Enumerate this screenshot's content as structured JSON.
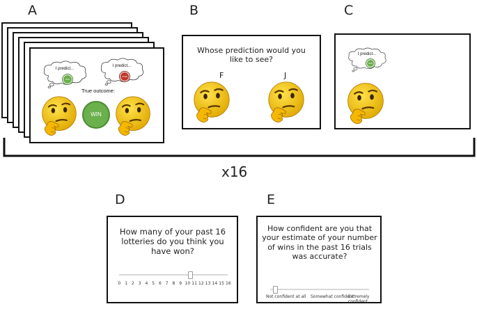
{
  "panels": {
    "A": "A",
    "B": "B",
    "C": "C",
    "D": "D",
    "E": "E"
  },
  "panel_a": {
    "bubble_left": "I predict...",
    "bubble_right": "I predict...",
    "chip_left": "WIN",
    "chip_right": "LOSE",
    "true_outcome": "True outcome:",
    "outcome_chip": "WIN",
    "colors": {
      "win": "#6ab04c",
      "lose": "#c0392b",
      "emoji": "#f2c318"
    }
  },
  "panel_b": {
    "question": "Whose prediction would you like to see?",
    "label_left": "F",
    "label_right": "J"
  },
  "panel_c": {
    "bubble": "I predict...",
    "chip": "WIN"
  },
  "repeat_label": "x16",
  "panel_d": {
    "question": "How many of your past 16 lotteries do you think you have won?",
    "ticks": [
      "0",
      "1",
      "2",
      "3",
      "4",
      "5",
      "6",
      "7",
      "8",
      "9",
      "10",
      "11",
      "12",
      "13",
      "14",
      "15",
      "16"
    ],
    "slider_value": 10.5
  },
  "panel_e": {
    "question": "How confident are you that your estimate of your number of wins in the past 16 trials was accurate?",
    "labels": [
      "Not confident at all",
      "Somewhat confident",
      "Extremely confident"
    ],
    "slider_value": 0.05
  }
}
